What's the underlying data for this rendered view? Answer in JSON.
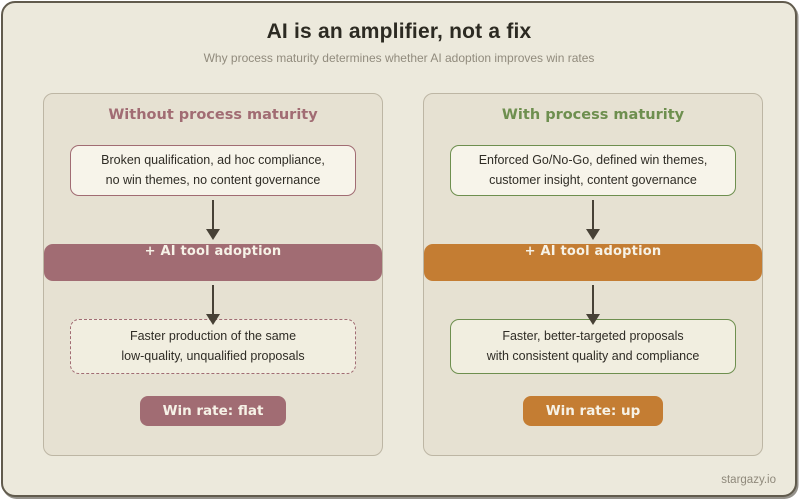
{
  "page": {
    "title": "AI is an amplifier, not a fix",
    "subtitle": "Why process maturity determines whether AI adoption improves win rates",
    "footer": "stargazy.io"
  },
  "colors": {
    "page_background": "#ece9dc",
    "panel_background": "#e6e1d2",
    "maroon_accent": "#a16c73",
    "green_accent": "#6e8f4f",
    "orange_accent": "#c47d33",
    "arrow": "#474136",
    "frame_border": "#615b4d"
  },
  "panels": [
    {
      "heading": "Without process maturity",
      "input_box": {
        "line1": "Broken qualification, ad hoc compliance,",
        "line2": "no win themes, no content governance"
      },
      "action_label": "+ AI tool adoption",
      "outcome_box": {
        "line1": "Faster production of the same",
        "line2": "low-quality, unqualified proposals"
      },
      "result_badge": "Win rate: flat"
    },
    {
      "heading": "With process maturity",
      "input_box": {
        "line1": "Enforced Go/No-Go, defined win themes,",
        "line2": "customer insight, content governance"
      },
      "action_label": "+ AI tool adoption",
      "outcome_box": {
        "line1": "Faster, better-targeted proposals",
        "line2": "with consistent quality and compliance"
      },
      "result_badge": "Win rate: up"
    }
  ]
}
